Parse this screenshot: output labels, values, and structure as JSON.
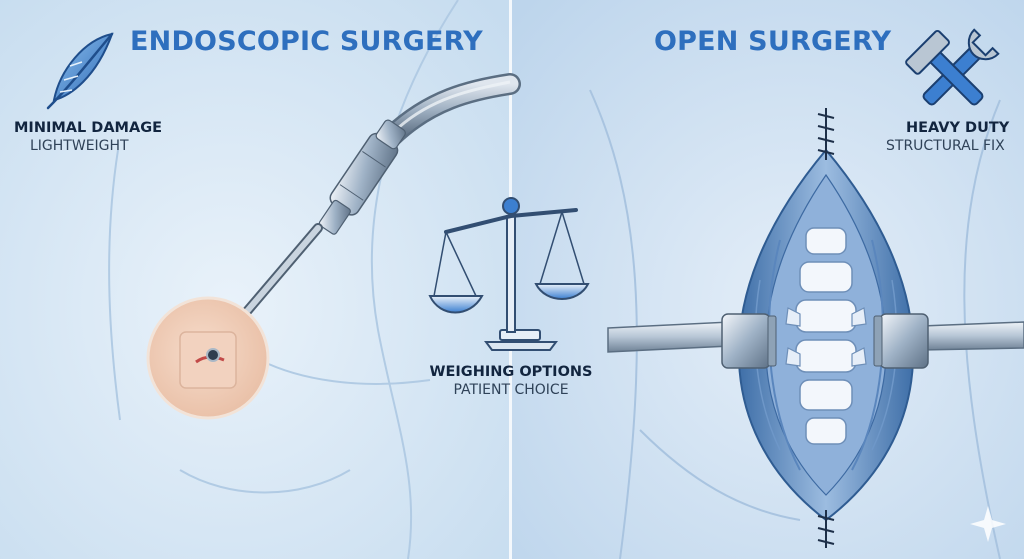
{
  "left_panel": {
    "title": "ENDOSCOPIC SURGERY",
    "label_main": "MINIMAL DAMAGE",
    "label_sub": "LIGHTWEIGHT",
    "icon": "feather-icon"
  },
  "right_panel": {
    "title": "OPEN SURGERY",
    "label_main": "HEAVY DUTY",
    "label_sub": "STRUCTURAL FIX",
    "icon": "wrench-hammer-icon"
  },
  "center": {
    "label_main": "WEIGHING OPTIONS",
    "label_sub": "PATIENT CHOICE",
    "icon": "balance-scale-icon"
  },
  "colors": {
    "title_blue": "#2e6fbe",
    "background": "#dceaf6",
    "accent_blue": "#3c7fd0",
    "dark_text": "#12253f"
  }
}
